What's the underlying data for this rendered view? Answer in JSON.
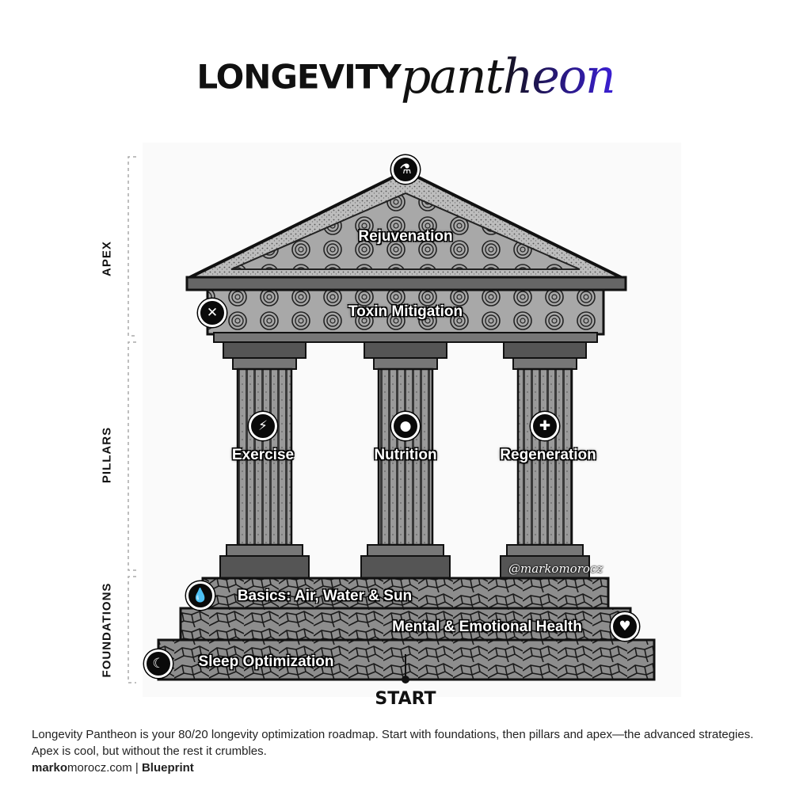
{
  "title": {
    "bold": "LONGEVITY",
    "script": "pantheon"
  },
  "side_labels": {
    "apex": "APEX",
    "pillars": "PILLARS",
    "foundations": "FOUNDATIONS"
  },
  "labels": {
    "rejuvenation": "Rejuvenation",
    "toxin": "Toxin Mitigation",
    "exercise": "Exercise",
    "nutrition": "Nutrition",
    "regeneration": "Regeneration",
    "basics": "Basics: Air, Water & Sun",
    "mental": "Mental & Emotional Health",
    "sleep": "Sleep Optimization"
  },
  "icons": {
    "rejuvenation": "flask-icon",
    "toxin": "close-icon",
    "exercise": "lightning-icon",
    "nutrition": "pill-icon",
    "regeneration": "plus-icon",
    "basics": "water-drop-icon",
    "mental": "heart-icon",
    "sleep": "moon-icon"
  },
  "watermark": "@markomorocz",
  "start": "START",
  "caption": "Longevity Pantheon is your 80/20 longevity optimization roadmap. Start with foundations, then pillars and apex—the advanced strategies. Apex is cool, but without the rest it crumbles.",
  "footer": {
    "brand_bold": "marko",
    "brand_rest": "morocz.com",
    "separator": "|",
    "section": "Blueprint"
  }
}
